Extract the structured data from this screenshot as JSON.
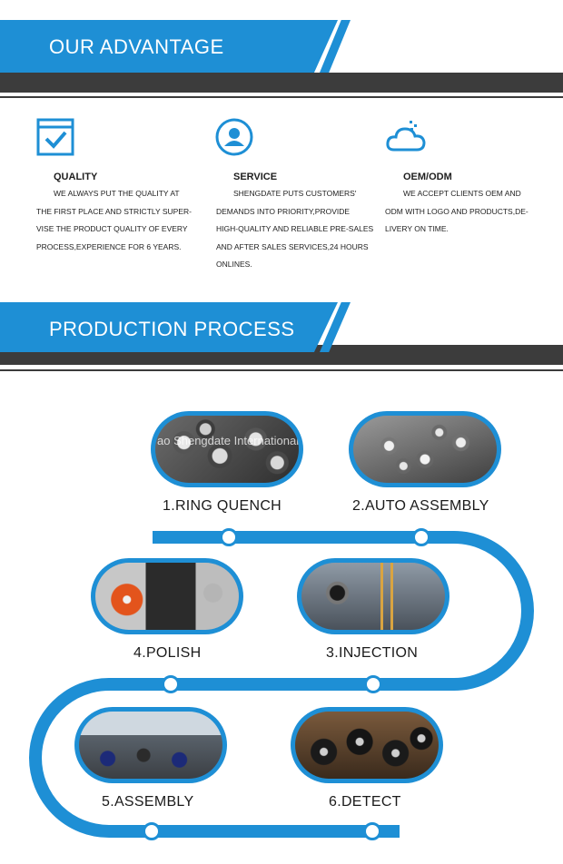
{
  "sections": {
    "advantage_title": "OUR ADVANTAGE",
    "process_title": "PRODUCTION PROCESS"
  },
  "advantages": [
    {
      "icon": "checkbox-icon",
      "title": "QUALITY",
      "lines": [
        "WE ALWAYS PUT THE QUALITY AT",
        "THE FIRST PLACE AND STRICTLY SUPER-",
        "VISE THE PRODUCT QUALITY OF EVERY",
        "PROCESS,EXPERIENCE FOR 6 YEARS."
      ]
    },
    {
      "icon": "user-icon",
      "title": "SERVICE",
      "lines": [
        "SHENGDATE PUTS CUSTOMERS'",
        "DEMANDS INTO PRIORITY,PROVIDE",
        "HIGH-QUALITY AND RELIABLE PRE-SALES",
        "AND AFTER SALES SERVICES,24 HOURS",
        "ONLINES."
      ]
    },
    {
      "icon": "cloud-icon",
      "title": "OEM/ODM",
      "lines": [
        "WE ACCEPT CLIENTS OEM AND",
        "ODM WITH LOGO AND PRODUCTS,DE-",
        "LIVERY ON TIME."
      ]
    }
  ],
  "steps": [
    {
      "label": "1.RING QUENCH",
      "photo": "bearing-rings-photo"
    },
    {
      "label": "2.AUTO ASSEMBLY",
      "photo": "bearings-assembly-photo"
    },
    {
      "label": "3.INJECTION",
      "photo": "injection-machine-photo"
    },
    {
      "label": "4.POLISH",
      "photo": "polish-machine-photo"
    },
    {
      "label": "5.ASSEMBLY",
      "photo": "workshop-photo"
    },
    {
      "label": "6.DETECT",
      "photo": "detect-rollers-photo"
    }
  ],
  "watermark": "ao Shengdate International Trade Co., Ltd.",
  "colors": {
    "accent": "#1e8fd5",
    "dark_band": "#3c3c3c"
  }
}
